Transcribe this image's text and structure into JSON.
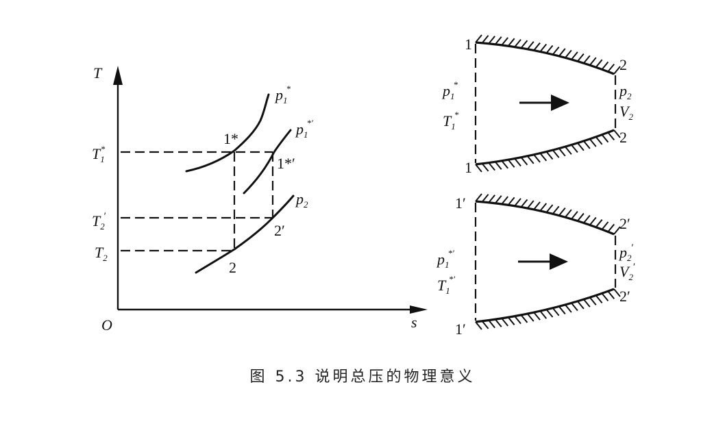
{
  "ts_diagram": {
    "axis_y": "T",
    "axis_x": "s",
    "origin": "O",
    "tick_T1": "T",
    "tick_T1_sub": "1",
    "tick_T1_sup": "*",
    "tick_T2p": "T",
    "tick_T2p_sub": "2",
    "tick_T2p_sup": "′",
    "tick_T2": "T",
    "tick_T2_sub": "2",
    "curve_p1_base": "p",
    "curve_p1_sub": "1",
    "curve_p1_sup": "*",
    "curve_p1p_base": "p",
    "curve_p1p_sub": "1",
    "curve_p1p_sup": "*′",
    "curve_p2_base": "p",
    "curve_p2_sub": "2",
    "point_1star": "1*",
    "point_1starp": "1*′",
    "point_2p": "2′",
    "point_2": "2"
  },
  "nozzle_top": {
    "inlet_top": "1",
    "inlet_bottom": "1",
    "exit_top": "2",
    "exit_bottom": "2",
    "inlet_p": "p",
    "inlet_p_sub": "1",
    "inlet_p_sup": "*",
    "inlet_T": "T",
    "inlet_T_sub": "1",
    "inlet_T_sup": "*",
    "exit_p": "p",
    "exit_p_sub": "2",
    "exit_V": "V",
    "exit_V_sub": "2"
  },
  "nozzle_bottom": {
    "inlet_top": "1′",
    "inlet_bottom": "1′",
    "exit_top": "2′",
    "exit_bottom": "2′",
    "inlet_p": "p",
    "inlet_p_sub": "1",
    "inlet_p_sup": "*′",
    "inlet_T": "T",
    "inlet_T_sub": "1",
    "inlet_T_sup": "*′",
    "exit_p": "p",
    "exit_p_sub": "2",
    "exit_p_sup": "′",
    "exit_V": "V",
    "exit_V_sub": "2",
    "exit_V_sup": "′"
  },
  "caption": "图 5.3   说明总压的物理意义"
}
